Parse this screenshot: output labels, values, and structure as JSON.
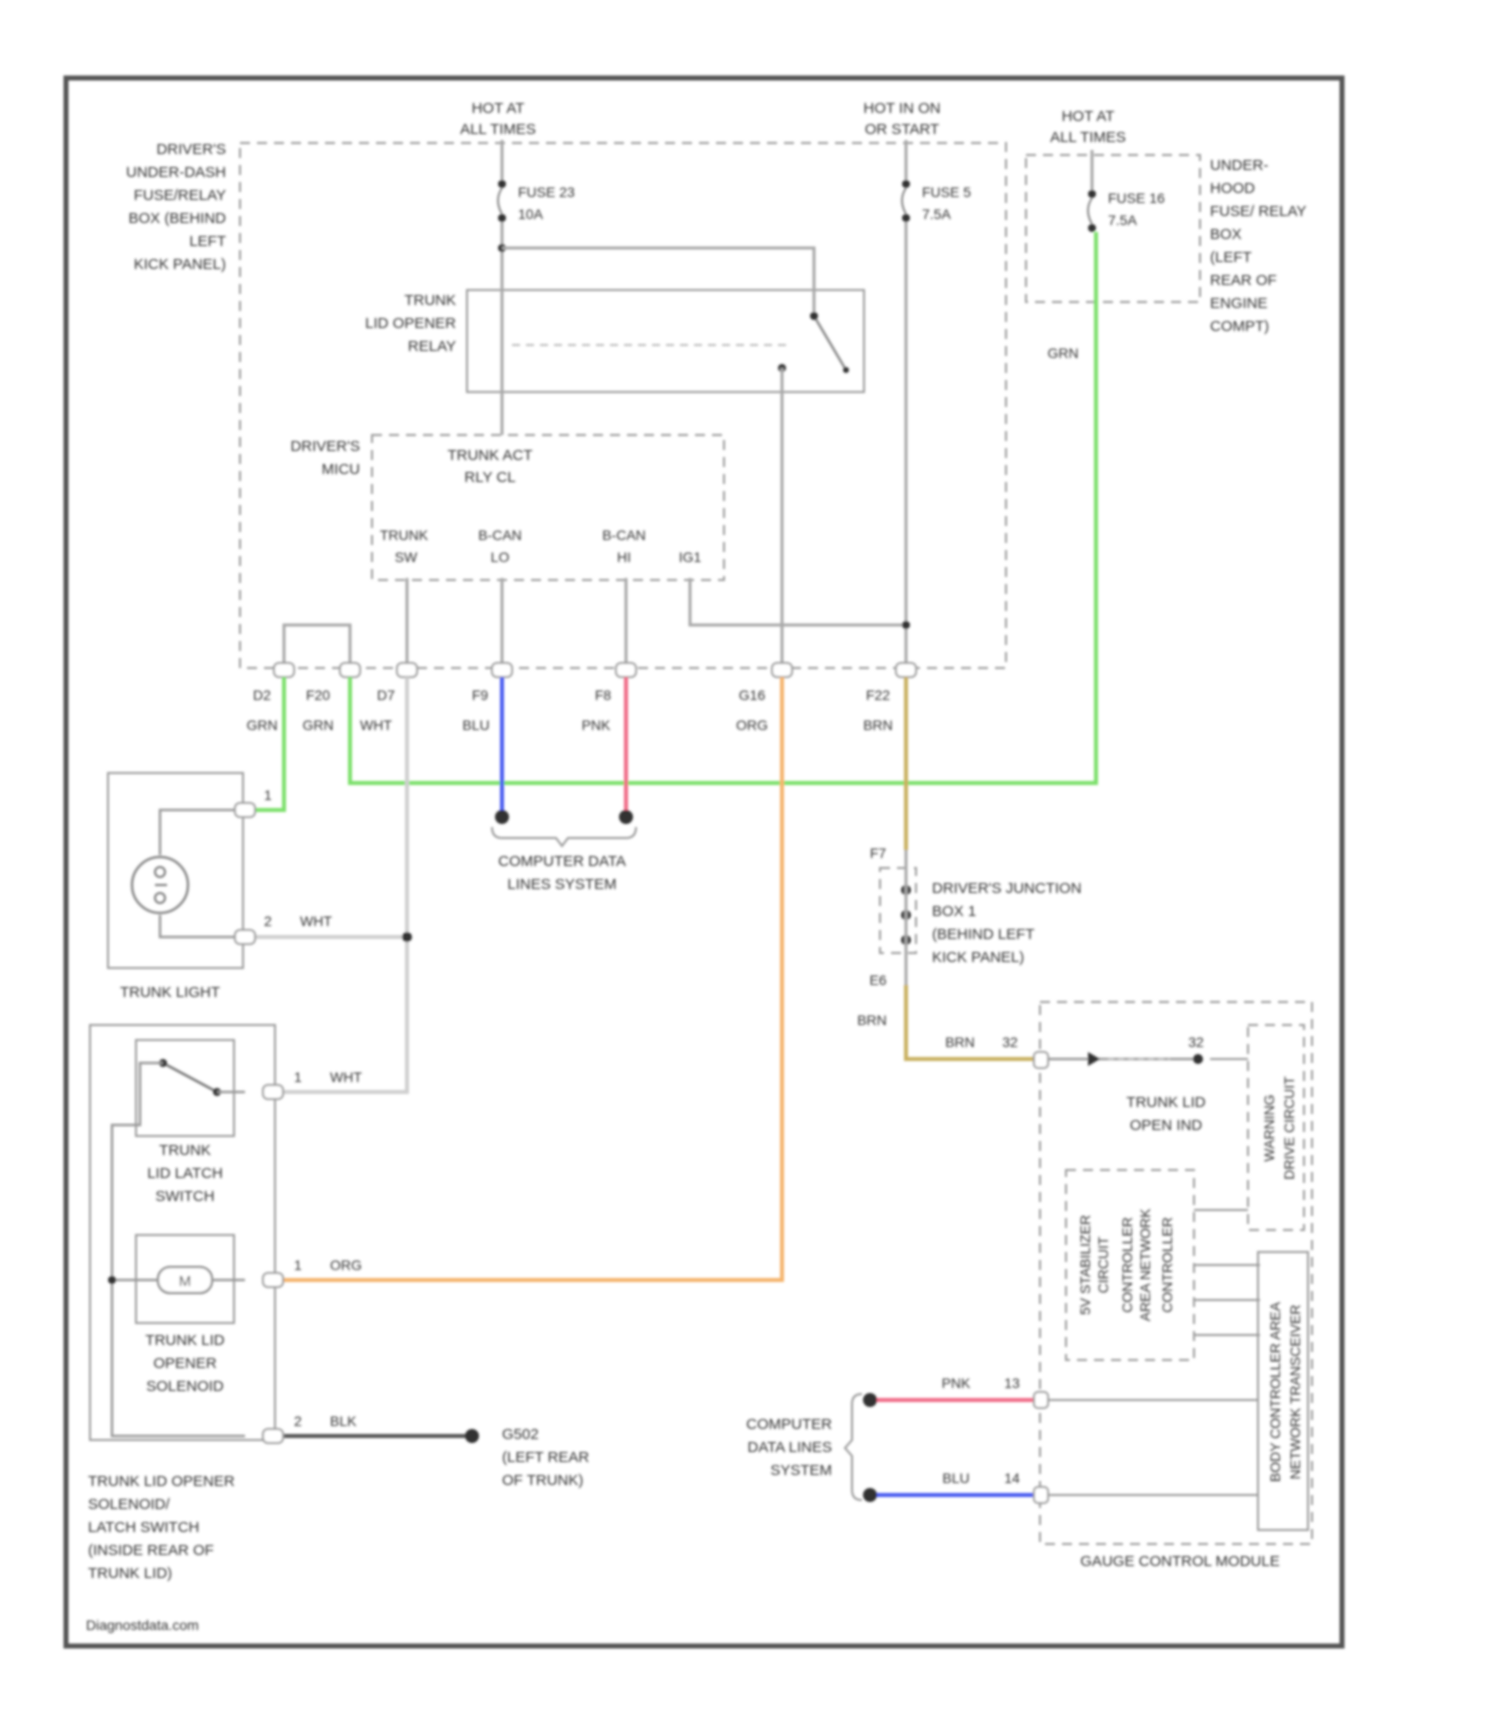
{
  "footer": {
    "credit": "Diagnostdata.com"
  },
  "colors": {
    "grn": "#7be06a",
    "blu": "#4a5cf0",
    "pnk": "#f06a86",
    "org": "#f5b46c",
    "brn": "#c9b060",
    "blk": "#555555",
    "wht": "#cfcfcf"
  },
  "power": {
    "hot_all_1": [
      "HOT AT",
      "ALL TIMES"
    ],
    "hot_run": [
      "HOT IN ON",
      "OR START"
    ],
    "hot_all_2": [
      "HOT AT",
      "ALL TIMES"
    ],
    "fuse23": [
      "FUSE 23",
      "10A"
    ],
    "fuse5": [
      "FUSE 5",
      "7.5A"
    ],
    "fuse16": [
      "FUSE 16",
      "7.5A"
    ]
  },
  "components": {
    "dash_box": [
      "DRIVER'S",
      "UNDER-DASH",
      "FUSE/RELAY",
      "BOX (BEHIND",
      "LEFT",
      "KICK PANEL)"
    ],
    "hood_box": [
      "UNDER-",
      "HOOD",
      "FUSE/ RELAY",
      "BOX",
      "(LEFT",
      "REAR OF",
      "ENGINE",
      "COMPT)"
    ],
    "relay": [
      "TRUNK",
      "LID OPENER",
      "RELAY"
    ],
    "mics": [
      "DRIVER'S",
      "MICU"
    ],
    "trunk_act": [
      "TRUNK ACT",
      "RLY CL"
    ],
    "trunk_light": "TRUNK LIGHT",
    "latch_switch": [
      "TRUNK",
      "LID LATCH",
      "SWITCH"
    ],
    "motor": "M",
    "solenoid": [
      "TRUNK LID",
      "OPENER",
      "SOLENOID"
    ],
    "assembly": [
      "TRUNK LID OPENER",
      "SOLENOID/",
      "LATCH SWITCH",
      "(INSIDE REAR OF",
      "TRUNK LID)"
    ],
    "ground": [
      "G502",
      "(LEFT REAR",
      "OF TRUNK)"
    ],
    "junction": [
      "DRIVER'S JUNCTION",
      "BOX 1",
      "(BEHIND LEFT",
      "KICK PANEL)"
    ],
    "cdls_1": [
      "COMPUTER DATA",
      "LINES SYSTEM"
    ],
    "cdls_2": [
      "COMPUTER",
      "DATA LINES",
      "SYSTEM"
    ],
    "gauge": "GAUGE CONTROL MODULE",
    "trunk_open_ind": [
      "TRUNK LID",
      "OPEN IND"
    ],
    "warning_drive": [
      "WARNING",
      "DRIVE CIRCUIT"
    ],
    "cpu_block": [
      "5V STABILIZER",
      "CIRCUIT",
      "CONTROLLER",
      "AREA NETWORK",
      "CONTROLLER"
    ],
    "bus_block": [
      "BODY CONTROLLER AREA",
      "NETWORK TRANSCEIVER"
    ]
  },
  "mics_pins": {
    "p1": [
      "TRUNK",
      "SW"
    ],
    "p2": [
      "B-CAN",
      "LO"
    ],
    "p3": [
      "B-CAN",
      "HI"
    ],
    "p4": "IG1"
  },
  "connectors": {
    "c1": {
      "pin": "D2",
      "wire": "GRN"
    },
    "c2": {
      "pin": "F20",
      "wire": "GRN"
    },
    "c3": {
      "pin": "D7",
      "wire": "WHT"
    },
    "c4": {
      "pin": "F9",
      "wire": "BLU"
    },
    "c5": {
      "pin": "F8",
      "wire": "PNK"
    },
    "c6": {
      "pin": "G16",
      "wire": "ORG"
    },
    "c7": {
      "pin": "F22",
      "wire": "BRN"
    },
    "grn_hood": "GRN",
    "tl_pin1": "1",
    "tl_pin2": "2",
    "tl_wire2": "WHT",
    "sw_pin": "1",
    "sw_wire": "WHT",
    "sol_pin": "1",
    "sol_wire": "ORG",
    "gnd_pin": "2",
    "gnd_wire": "BLK",
    "jb_top": "F7",
    "jb_bottom": "E6",
    "jb_wire": "BRN",
    "gc_wire": "BRN",
    "gc_pin": "32",
    "gc_pnk": "PNK",
    "gc_pnk_pin": "13",
    "gc_blu": "BLU",
    "gc_blu_pin": "14",
    "in_pin": "32"
  }
}
